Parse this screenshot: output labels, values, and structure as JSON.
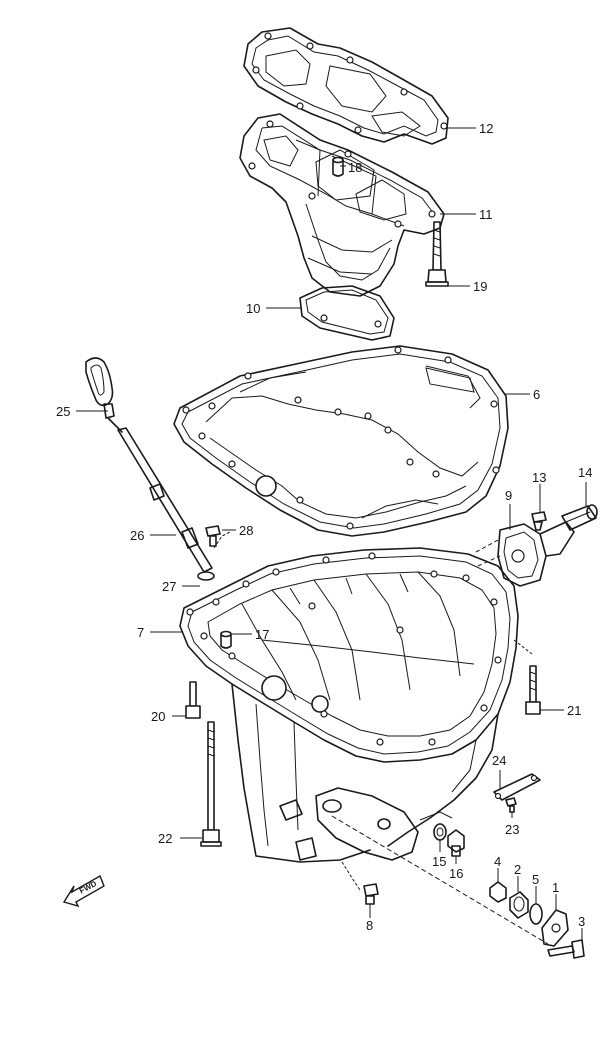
{
  "callouts": [
    "12",
    "18",
    "11",
    "19",
    "10",
    "6",
    "25",
    "13",
    "14",
    "9",
    "26",
    "28",
    "27",
    "7",
    "17",
    "20",
    "21",
    "24",
    "23",
    "22",
    "15",
    "16",
    "4",
    "2",
    "5",
    "1",
    "8",
    "3"
  ],
  "fwd_badge": "FWD"
}
